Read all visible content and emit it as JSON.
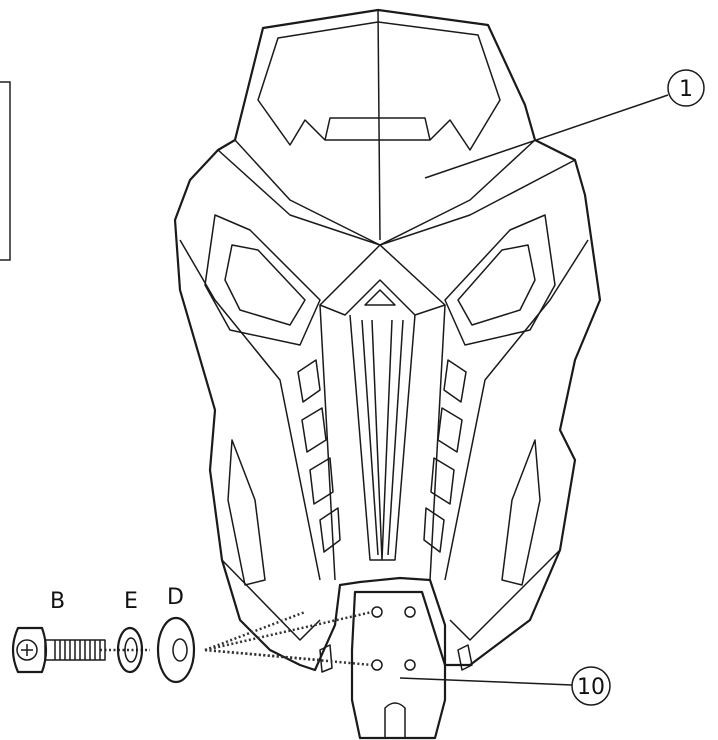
{
  "parts": {
    "bolt": {
      "label": "B"
    },
    "lock_washer": {
      "label": "E"
    },
    "flat_washer": {
      "label": "D"
    }
  },
  "callouts": [
    {
      "id": "part-1",
      "number": "1"
    },
    {
      "id": "part-10",
      "number": "10"
    }
  ]
}
